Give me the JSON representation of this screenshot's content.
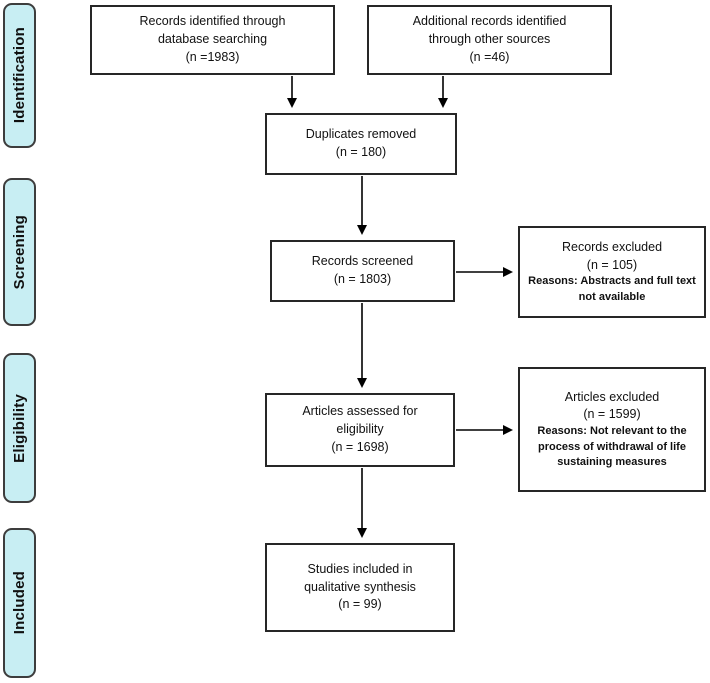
{
  "sidebar": {
    "stages": [
      {
        "label": "Identification"
      },
      {
        "label": "Screening"
      },
      {
        "label": "Eligibility"
      },
      {
        "label": "Included"
      }
    ]
  },
  "flow": {
    "identified_db": {
      "line1": "Records identified through",
      "line2": "database searching",
      "n": "(n =1983)"
    },
    "identified_other": {
      "line1": "Additional records identified",
      "line2": "through other sources",
      "n": "(n =46)"
    },
    "duplicates": {
      "line1": "Duplicates removed",
      "n": "(n = 180)"
    },
    "screened": {
      "line1": "Records screened",
      "n": "(n = 1803)"
    },
    "records_excluded": {
      "line1": "Records excluded",
      "n": "(n = 105)",
      "reason1": "Reasons: Abstracts and full text",
      "reason2": "not available"
    },
    "assessed": {
      "line1": "Articles assessed for",
      "line2": "eligibility",
      "n": "(n = 1698)"
    },
    "articles_excluded": {
      "line1": "Articles excluded",
      "n": "(n = 1599)",
      "reason1": "Reasons: Not relevant to the",
      "reason2": "process of withdrawal of life",
      "reason3": "sustaining measures"
    },
    "included": {
      "line1": "Studies included in",
      "line2": "qualitative synthesis",
      "n": "(n = 99)"
    }
  },
  "colors": {
    "stage_fill": "#c8eef3",
    "stage_border": "#3d3d3d",
    "box_border": "#262626",
    "arrow": "#000000",
    "background": "#ffffff"
  }
}
